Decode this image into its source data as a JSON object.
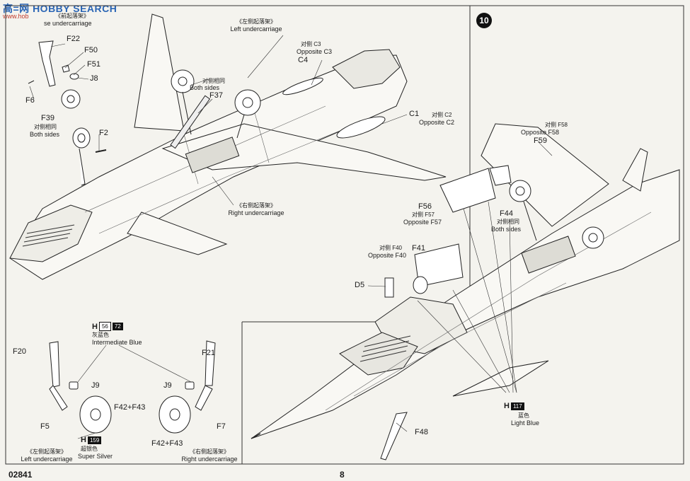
{
  "watermark": {
    "text": "高=网 HOBBY SEARCH",
    "sub": "www.hob"
  },
  "step_number": "10",
  "footer": {
    "code": "02841",
    "page": "8"
  },
  "labels": {
    "front_uc_cn": "《前起落架》",
    "front_uc_en": "se undercarriage",
    "left_uc_top_cn": "《左侧起落架》",
    "left_uc_top_en": "Left undercarriage",
    "c3_cn": "对侧 C3",
    "c3_en": "Opposite C3",
    "c4": "C4",
    "c1": "C1",
    "c2_cn": "对侧 C2",
    "c2_en": "Opposite C2",
    "f22": "F22",
    "f50": "F50",
    "f51": "F51",
    "j8": "J8",
    "f6": "F6",
    "f39": "F39",
    "f39_cn": "对侧相同",
    "f39_en": "Both sides",
    "f2": "F2",
    "f37_cn": "对侧相同",
    "f37_en": "Both sides",
    "f37": "F37",
    "right_uc_top_cn": "《右侧起落架》",
    "right_uc_top_en": "Right undercarriage",
    "f20": "F20",
    "j9_left": "J9",
    "f5": "F5",
    "f42_left": "F42+F43",
    "left_uc_bot_cn": "《左侧起落架》",
    "left_uc_bot_en": "Left undercarriage",
    "f21": "F21",
    "j9_right": "J9",
    "f7": "F7",
    "f42_right": "F42+F43",
    "right_uc_bot_cn": "《右侧起落架》",
    "right_uc_bot_en": "Right undercarriage",
    "f58_cn": "对侧 F58",
    "f58_en": "Opposite F58",
    "f59": "F59",
    "f56": "F56",
    "f57_cn": "对侧 F57",
    "f57_en": "Opposite F57",
    "f44": "F44",
    "f44_cn": "对侧相同",
    "f44_en": "Both sides",
    "f40_cn": "对侧 F40",
    "f40_en": "Opposite F40",
    "f41": "F41",
    "d5": "D5",
    "f48": "F48"
  },
  "paints": {
    "intermediate_blue": {
      "letter": "H",
      "codes": [
        "56",
        "72"
      ],
      "cn": "灰蓝色",
      "en": "Intermediate Blue"
    },
    "super_silver": {
      "letter": "H",
      "code": "159",
      "cn": "超银色",
      "en": "Super Silver"
    },
    "light_blue": {
      "letter": "H",
      "code": "117",
      "cn": "蓝色",
      "en": "Light Blue"
    }
  }
}
